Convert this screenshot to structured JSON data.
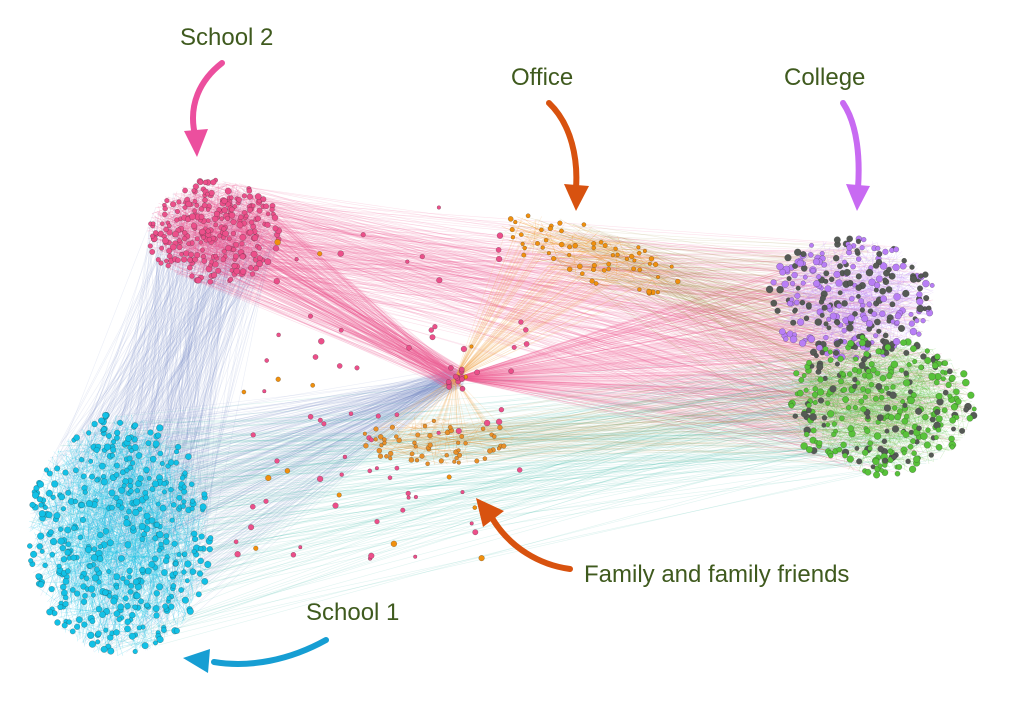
{
  "annotations": {
    "school2": "School 2",
    "office": "Office",
    "college": "College",
    "family": "Family and family friends",
    "school1": "School 1"
  },
  "colors": {
    "school2": "#ec4f8a",
    "office": "#f0900e",
    "college": "#b87ef6",
    "college_dark": "#555a55",
    "college_green": "#58c23a",
    "school1": "#12c1e6",
    "family": "#e8902a",
    "hub": "#e44a86",
    "arrow_school2": "#ec4f9e",
    "arrow_office": "#d8520f",
    "arrow_college": "#c86af2",
    "arrow_family": "#d8520f",
    "arrow_school1": "#169ed3",
    "label_text": "#3f5a1e",
    "edge_pink": "#ef5c93",
    "edge_blue": "#7a90c4",
    "edge_teal": "#3cbca8",
    "edge_olive": "#9a8a3a",
    "edge_orange": "#f0a040"
  },
  "icons": {
    "school2_arrow": "curved-arrow-down-icon",
    "office_arrow": "curved-arrow-down-icon",
    "college_arrow": "curved-arrow-down-icon",
    "family_arrow": "curved-arrow-up-left-icon",
    "school1_arrow": "curved-arrow-left-icon"
  }
}
